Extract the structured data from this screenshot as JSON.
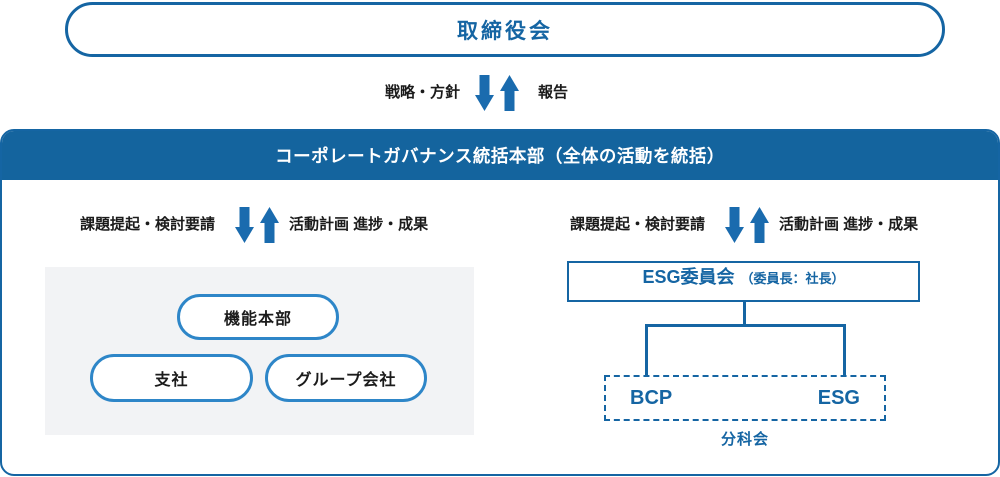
{
  "colors": {
    "primary_blue": "#1565a3",
    "header_bg": "#14649e",
    "arrow_blue": "#1a6bae",
    "pill_border_light": "#2e86c8",
    "gray_panel_bg": "#f2f3f5",
    "text_black": "#1b1b1b"
  },
  "board": {
    "label": "取締役会"
  },
  "top_flow": {
    "down_label": "戦略・方針",
    "up_label": "報告"
  },
  "governance": {
    "header": "コーポレートガバナンス統括本部（全体の活動を統括）",
    "left_section": {
      "flow": {
        "down_label": "課題提起・検討要請",
        "up_label": "活動計画 進捗・成果"
      },
      "units": [
        "機能本部",
        "支社",
        "グループ会社"
      ]
    },
    "right_section": {
      "flow": {
        "down_label": "課題提起・検討要請",
        "up_label": "活動計画 進捗・成果"
      },
      "committee": {
        "title": "ESG委員会",
        "chair_note": "（委員長：社長）"
      },
      "subcommittees": [
        "BCP",
        "ESG"
      ],
      "subcommittee_caption": "分科会"
    }
  }
}
